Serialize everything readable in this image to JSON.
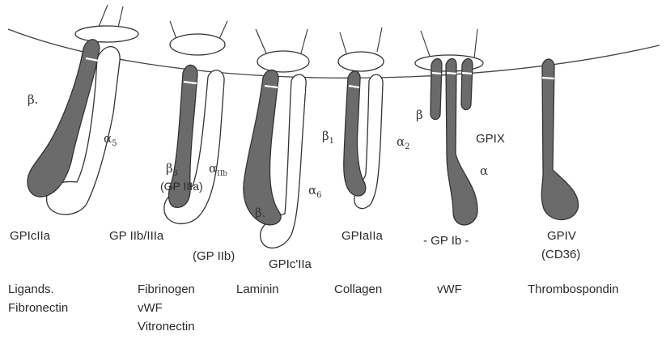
{
  "receptors": [
    {
      "name": "GPIcIIa",
      "ligands": [
        "Ligands.",
        "Fibronectin"
      ],
      "subunit_labels": [
        "β",
        "α5"
      ]
    },
    {
      "name": "GP IIb/IIIa",
      "name_extra": [
        "(GP IIb)"
      ],
      "ligands": [
        "Fibrinogen",
        "vWF",
        "Vitronectin"
      ],
      "subunit_labels": [
        "β3",
        "(GP IIIa)",
        "αIIb"
      ]
    },
    {
      "name": "GPIc'IIa",
      "ligands": [
        "Laminin"
      ],
      "subunit_labels": [
        "β",
        "α6"
      ]
    },
    {
      "name": "GPIaIIa",
      "ligands": [
        "Collagen"
      ],
      "subunit_labels": [
        "β1",
        "α2"
      ]
    },
    {
      "name": "- GP Ib -",
      "ligands": [
        "vWF"
      ],
      "subunit_labels": [
        "β",
        "GPIX",
        "α"
      ]
    },
    {
      "name": "GPIV",
      "name_extra": [
        "(CD36)"
      ],
      "ligands": [
        "Thrombospondin"
      ]
    }
  ]
}
